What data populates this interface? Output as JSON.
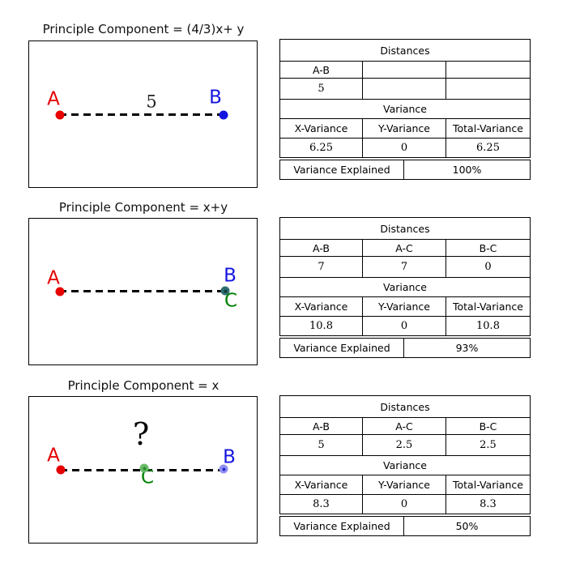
{
  "figure": {
    "background": "#ffffff"
  },
  "chart_data": [
    {
      "type": "scatter",
      "title": "Principle Component = (4/3)x+ y",
      "points": [
        {
          "label": "A",
          "color": "#e60000",
          "x": 0,
          "y": 0
        },
        {
          "label": "B",
          "color": "#1414e0",
          "x": 5,
          "y": 0
        }
      ],
      "segment": {
        "from": "A",
        "to": "B",
        "label": "5"
      },
      "table": {
        "distances_title": "Distances",
        "distance_headers": [
          "A-B",
          "",
          ""
        ],
        "distance_values": [
          "5",
          "",
          ""
        ],
        "variance_title": "Variance",
        "variance_headers": [
          "X-Variance",
          "Y-Variance",
          "Total-Variance"
        ],
        "variance_values": [
          "6.25",
          "0",
          "6.25"
        ],
        "explained_label": "Variance Explained",
        "explained_value": "100%"
      }
    },
    {
      "type": "scatter",
      "title": "Principle Component = x+y",
      "points": [
        {
          "label": "A",
          "color": "#e60000",
          "x": 0,
          "y": 0
        },
        {
          "label": "B",
          "color": "#1414e0",
          "x": 7,
          "y": 0
        },
        {
          "label": "C",
          "color": "#008000",
          "x": 7,
          "y": 0
        }
      ],
      "merged_dot_color": "#2f6f6f",
      "merged_dot_core_color": "#113b3b",
      "table": {
        "distances_title": "Distances",
        "distance_headers": [
          "A-B",
          "A-C",
          "B-C"
        ],
        "distance_values": [
          "7",
          "7",
          "0"
        ],
        "variance_title": "Variance",
        "variance_headers": [
          "X-Variance",
          "Y-Variance",
          "Total-Variance"
        ],
        "variance_values": [
          "10.8",
          "0",
          "10.8"
        ],
        "explained_label": "Variance Explained",
        "explained_value": "93%"
      }
    },
    {
      "type": "scatter",
      "title": "Principle Component = x",
      "points": [
        {
          "label": "A",
          "color": "#e60000",
          "x": 0,
          "y": 0
        },
        {
          "label": "C",
          "color": "#008000",
          "x": 2.5,
          "y": 0
        },
        {
          "label": "B",
          "color": "#1414e0",
          "x": 5,
          "y": 0
        }
      ],
      "c_dot_color": "#69ba69",
      "c_dot_core_color": "#2e8b2e",
      "b_dot_color": "#9191f2",
      "b_dot_core_color": "#2a2ad2",
      "annotation": "?",
      "table": {
        "distances_title": "Distances",
        "distance_headers": [
          "A-B",
          "A-C",
          "B-C"
        ],
        "distance_values": [
          "5",
          "2.5",
          "2.5"
        ],
        "variance_title": "Variance",
        "variance_headers": [
          "X-Variance",
          "Y-Variance",
          "Total-Variance"
        ],
        "variance_values": [
          "8.3",
          "0",
          "8.3"
        ],
        "explained_label": "Variance Explained",
        "explained_value": "50%"
      }
    }
  ]
}
